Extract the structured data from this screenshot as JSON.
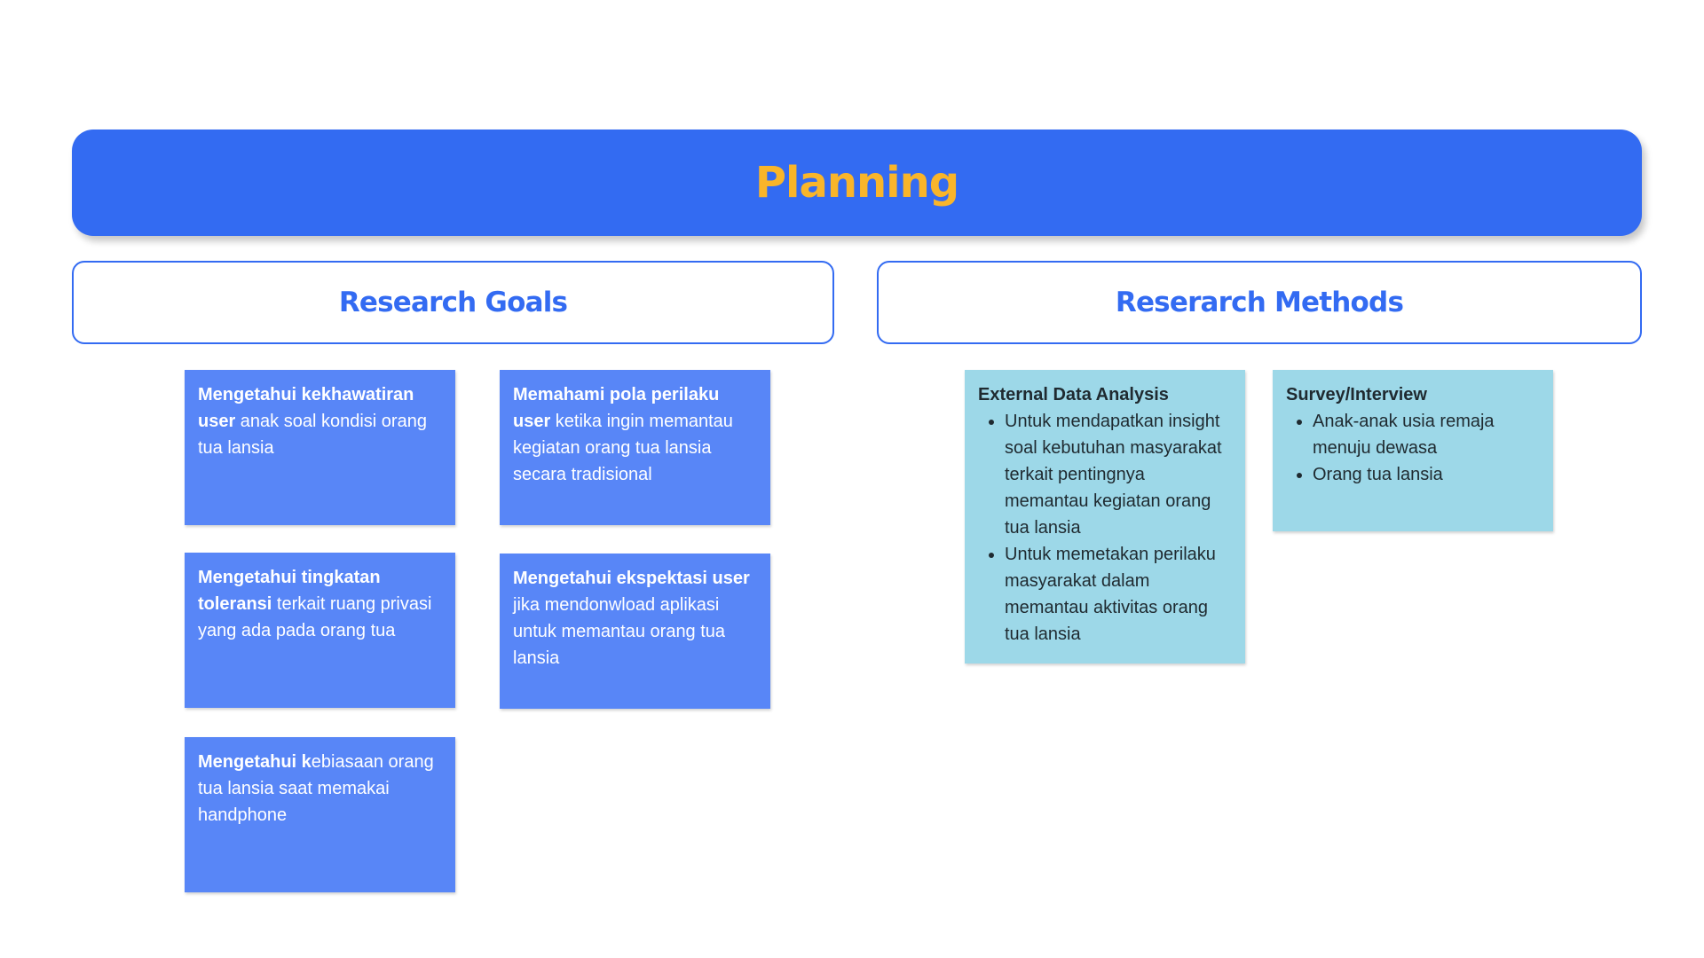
{
  "banner": {
    "title": "Planning"
  },
  "goals": {
    "header": "Research Goals",
    "items": [
      {
        "bold": "Mengetahui kekhawatiran user",
        "rest": " anak soal kondisi orang tua lansia"
      },
      {
        "bold": "Memahami pola perilaku user",
        "rest": " ketika ingin memantau kegiatan orang tua lansia secara tradisional"
      },
      {
        "bold": "Mengetahui tingkatan toleransi",
        "rest": " terkait ruang privasi yang ada pada orang tua"
      },
      {
        "bold": "Mengetahui ekspektasi user",
        "rest": " jika mendonwload aplikasi untuk memantau orang tua lansia"
      },
      {
        "bold": "Mengetahui k",
        "rest": "ebiasaan orang tua lansia saat memakai handphone"
      }
    ]
  },
  "methods": {
    "header": "Reserarch Methods",
    "items": [
      {
        "title": "External Data Analysis",
        "bullets": [
          "Untuk mendapatkan insight soal kebutuhan masyarakat terkait pentingnya memantau kegiatan orang tua lansia",
          "Untuk memetakan perilaku masyarakat dalam memantau aktivitas orang tua lansia"
        ]
      },
      {
        "title": "Survey/Interview",
        "bullets": [
          "Anak-anak usia remaja menuju dewasa",
          "Orang tua lansia"
        ]
      }
    ]
  },
  "colors": {
    "primary_blue": "#336bf2",
    "title_yellow": "#f9b52a",
    "goal_note": "#5886f7",
    "method_note": "#9dd8e8"
  }
}
